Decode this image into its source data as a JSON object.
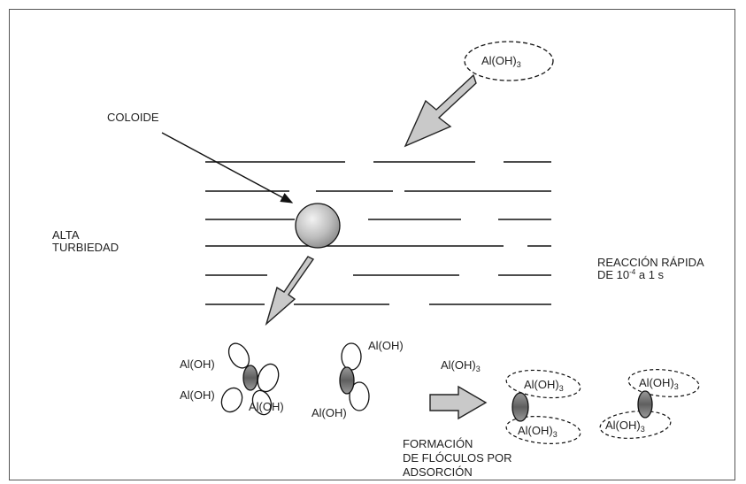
{
  "labels": {
    "top_compound": "Al(OH)",
    "top_compound_sub": "3",
    "coloide": "COLOIDE",
    "alta_line1": "ALTA",
    "alta_line2": "TURBIEDAD",
    "reaccion_line1": "REACCIÓN RÁPIDA",
    "reaccion_line2_a": "DE 10",
    "reaccion_line2_exp": "-4",
    "reaccion_line2_b": " a 1 s",
    "formacion_line1": "FORMACIÓN",
    "formacion_line2": "DE FLÓCULOS  POR",
    "formacion_line3": "ADSORCIÓN"
  },
  "cluster1_labels": [
    "Al(OH)",
    "Al(OH)",
    "Al(OH)"
  ],
  "cluster2_labels": [
    "Al(OH)",
    "Al(OH)"
  ],
  "free_compound": {
    "text": "Al(OH)",
    "sub": "3"
  },
  "floc_labels": {
    "text": "Al(OH)",
    "sub": "3"
  },
  "colors": {
    "line": "#111111",
    "arrow_fill": "#c9c9c9",
    "colloid_fill": "#bdbdbd",
    "frame": "#555555"
  }
}
